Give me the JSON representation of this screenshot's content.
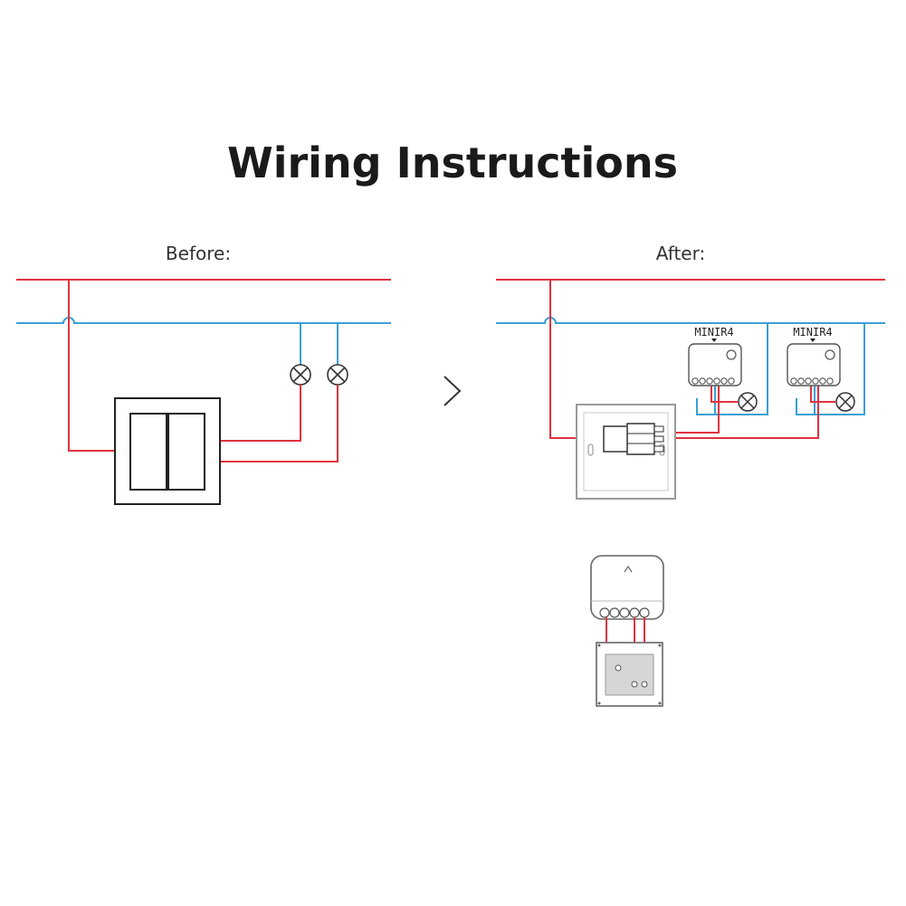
{
  "title": "Wiring Instructions",
  "before": {
    "label": "Before:"
  },
  "after": {
    "label": "After:",
    "modules": [
      {
        "name": "MINIR4"
      },
      {
        "name": "MINIR4"
      }
    ]
  },
  "arrow_icon": "chevron-right-icon",
  "colors": {
    "live": "#e0323f",
    "neutral": "#3aa0d4",
    "outline": "#222222",
    "device_grey": "#9a9a9a",
    "background": "#ffffff"
  }
}
